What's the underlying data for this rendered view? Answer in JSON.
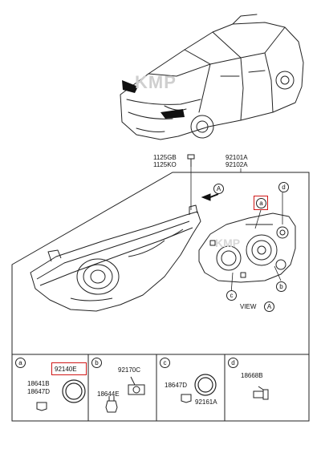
{
  "header_labels": {
    "bolt_part_1": "1125GB",
    "bolt_part_2": "1125KO",
    "assembly_part_1": "92101A",
    "assembly_part_2": "92102A"
  },
  "watermark": "KMP",
  "view_arrow_ref": "A",
  "view_label": "VIEW",
  "view_ref": "A",
  "callouts": [
    "a",
    "b",
    "c",
    "d"
  ],
  "parts_table": {
    "cells": [
      {
        "ref": "a",
        "parts": [
          "92140E",
          "18641B",
          "18647D"
        ],
        "highlighted_part": "92140E"
      },
      {
        "ref": "b",
        "parts": [
          "92170C",
          "18644E"
        ]
      },
      {
        "ref": "c",
        "parts": [
          "18647D",
          "92161A"
        ]
      },
      {
        "ref": "d",
        "parts": [
          "18668B"
        ]
      }
    ]
  },
  "colors": {
    "highlight": "#d01818",
    "line": "#222222"
  }
}
